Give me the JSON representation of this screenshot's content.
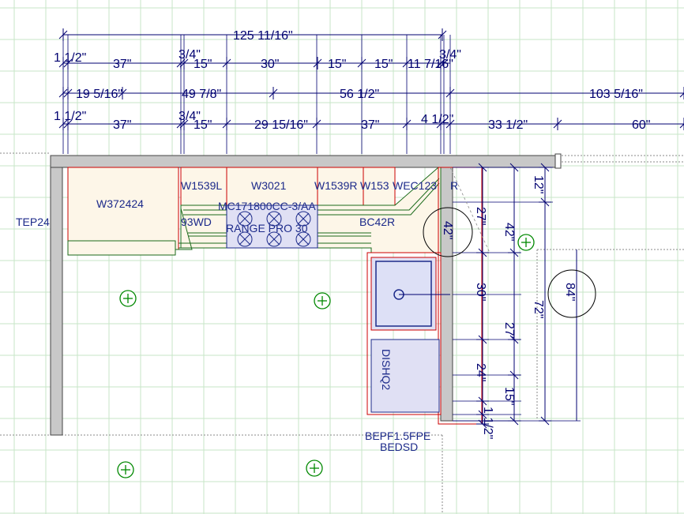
{
  "colors": {
    "grid": "#c7e6c7",
    "dimension": "#000070",
    "wall": "#c8c8c8",
    "cabinet_fill": "#fdf6e8",
    "cabinet_outline": "#cc0000",
    "countertop": "#1a6a1a",
    "appliance_fill": "#e0e0f4",
    "label": "#1c2a8a",
    "marker": "#008800"
  },
  "dimensions": {
    "overall": "125 11/16\"",
    "row2": [
      "1 1/2\"",
      "37\"",
      "3/4\"",
      "15\"",
      "30\"",
      "15\"",
      "15\"",
      "11 7/16\"",
      "3/4\""
    ],
    "row3": [
      "19 5/16\"",
      "49 7/8\"",
      "56 1/2\"",
      "103 5/16\""
    ],
    "row4": [
      "1 1/2\"",
      "37\"",
      "3/4\"",
      "15\"",
      "29 15/16\"",
      "37\"",
      "4 1/2\"",
      "33 1/2\"",
      "60\""
    ],
    "vertical_inner": [
      "27\"",
      "30\"",
      "24\"",
      "1 1/2\""
    ],
    "vertical_mid": [
      "42\"",
      "27\"",
      "15\""
    ],
    "vertical_outer": [
      "12\"",
      "72\""
    ],
    "circle_small": "42\"",
    "circle_large": "84\""
  },
  "cabinets": {
    "w372424": "W372424",
    "w1539l": "W1539L",
    "w3021": "W3021",
    "w1539r": "W1539R",
    "w153": "W153",
    "wec123": "WEC123",
    "wec_suffix": "R",
    "hood": "MC171800CC-3/AA",
    "w93wd": "93WD",
    "range": "RANGE PRO 30",
    "bc42r": "BC42R",
    "tep": "TEP24",
    "dishwasher": "DISHQ2",
    "bepf": "BEPF1.5FPE",
    "bedsd": "BEDSD"
  }
}
